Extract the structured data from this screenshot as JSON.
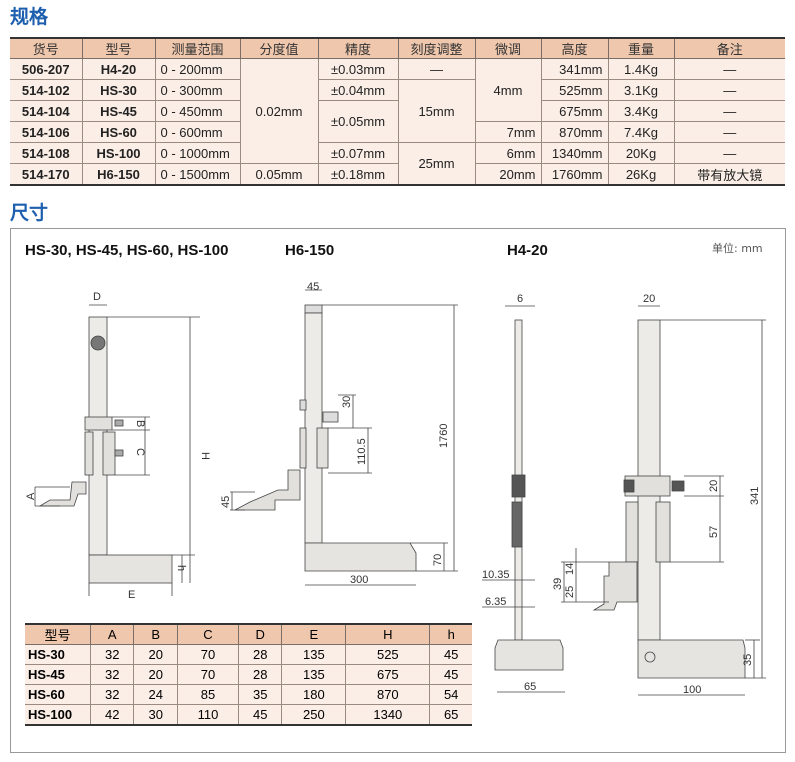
{
  "spec_section": {
    "title": "规格",
    "headers": [
      "货号",
      "型号",
      "测量范围",
      "分度值",
      "精度",
      "刻度调整",
      "微调",
      "高度",
      "重量",
      "备注"
    ],
    "rows": [
      {
        "code": "506-207",
        "model": "H4-20",
        "range": "0 - 200mm",
        "height": "341mm",
        "weight": "1.4Kg",
        "note": "—"
      },
      {
        "code": "514-102",
        "model": "HS-30",
        "range": "0 - 300mm",
        "height": "525mm",
        "weight": "3.1Kg",
        "note": "—"
      },
      {
        "code": "514-104",
        "model": "HS-45",
        "range": "0 - 450mm",
        "height": "675mm",
        "weight": "3.4Kg",
        "note": "—"
      },
      {
        "code": "514-106",
        "model": "HS-60",
        "range": "0 - 600mm",
        "height": "870mm",
        "weight": "7.4Kg",
        "note": "—"
      },
      {
        "code": "514-108",
        "model": "HS-100",
        "range": "0 - 1000mm",
        "height": "1340mm",
        "weight": "20Kg",
        "note": "—"
      },
      {
        "code": "514-170",
        "model": "H6-150",
        "range": "0 - 1500mm",
        "height": "1760mm",
        "weight": "26Kg",
        "note": "带有放大镜"
      }
    ],
    "resolution": [
      "0.02mm",
      "0.05mm"
    ],
    "accuracy": [
      "±0.03mm",
      "±0.04mm",
      "±0.05mm",
      "±0.07mm",
      "±0.18mm"
    ],
    "scale_adjust": [
      "—",
      "15mm",
      "25mm"
    ],
    "fine_adjust": [
      "4mm",
      "7mm",
      "6mm",
      "20mm"
    ]
  },
  "dim_section": {
    "title": "尺寸",
    "unit": "单位: mm",
    "diagram_titles": [
      "HS-30, HS-45, HS-60, HS-100",
      "H6-150",
      "H4-20"
    ],
    "hs_labels": {
      "D": "D",
      "H": "H",
      "B": "B",
      "C": "C",
      "A": "A",
      "h": "h",
      "E": "E"
    },
    "h6_labels": {
      "w": "45",
      "total": "1760",
      "a": "30",
      "b": "110.5",
      "scr": "45",
      "base_h": "70",
      "base_w": "300"
    },
    "h4_labels": {
      "side_w": "6",
      "d1": "10.35",
      "d2": "6.35",
      "side_base": "65",
      "front_w": "20",
      "total": "341",
      "slider": "20",
      "jaw": "57",
      "s39": "39",
      "s25": "25",
      "s14": "14",
      "base_h": "35",
      "base_w": "100"
    },
    "table": {
      "headers": [
        "型号",
        "A",
        "B",
        "C",
        "D",
        "E",
        "H",
        "h"
      ],
      "rows": [
        [
          "HS-30",
          "32",
          "20",
          "70",
          "28",
          "135",
          "525",
          "45"
        ],
        [
          "HS-45",
          "32",
          "20",
          "70",
          "28",
          "135",
          "675",
          "45"
        ],
        [
          "HS-60",
          "32",
          "24",
          "85",
          "35",
          "180",
          "870",
          "54"
        ],
        [
          "HS-100",
          "42",
          "30",
          "110",
          "45",
          "250",
          "1340",
          "65"
        ]
      ]
    }
  }
}
